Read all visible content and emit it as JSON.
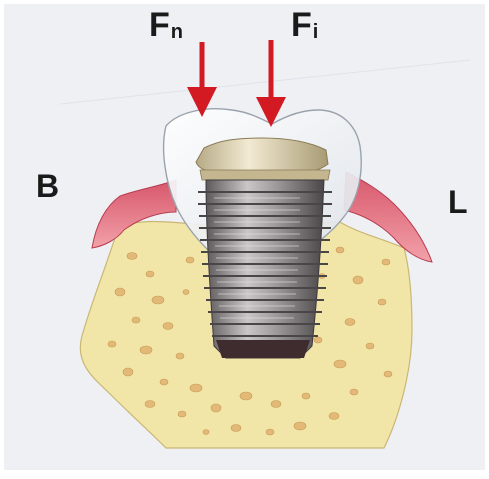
{
  "labels": {
    "force_normal": {
      "main": "F",
      "sub": "n"
    },
    "force_inclined": {
      "main": "F",
      "sub": "i"
    },
    "buccal": "B",
    "lingual": "L"
  },
  "colors": {
    "background": "#eef0f4",
    "arrow": "#d31a22",
    "gum": "#e87b86",
    "bone": "#f1e6a8",
    "bone_pores": "#e3bd78",
    "crown": "#f4f6f8",
    "implant": "#8d8a8c",
    "abutment": "#d9cfb3"
  }
}
